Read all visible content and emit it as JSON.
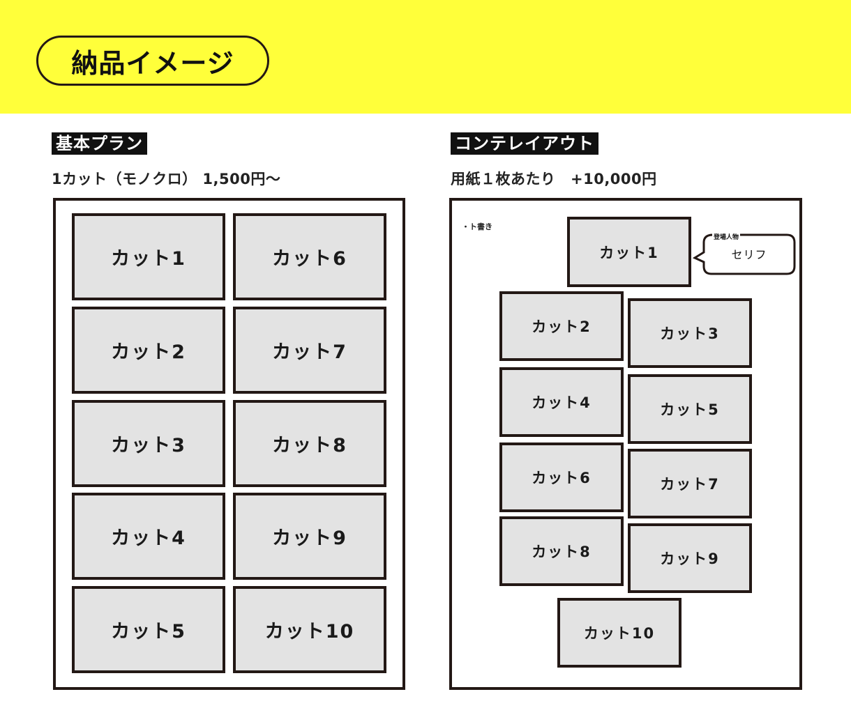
{
  "header": {
    "title": "納品イメージ",
    "colors": {
      "banner": "#ffff3a",
      "frame": "#231815",
      "panel": "#e3e3e3"
    }
  },
  "basic_plan": {
    "tag": "基本プラン",
    "price": "1カット（モノクロ） 1,500円〜",
    "cuts": [
      "カット1",
      "カット2",
      "カット3",
      "カット4",
      "カット5",
      "カット6",
      "カット7",
      "カット8",
      "カット9",
      "カット10"
    ]
  },
  "storyboard": {
    "tag": "コンテレイアウト",
    "price": "用紙１枚あたり　+10,000円",
    "note": "・ト書き",
    "speaker": "登場人物",
    "line": "セリフ",
    "cuts": [
      "カット1",
      "カット2",
      "カット3",
      "カット4",
      "カット5",
      "カット6",
      "カット7",
      "カット8",
      "カット9",
      "カット10"
    ]
  }
}
